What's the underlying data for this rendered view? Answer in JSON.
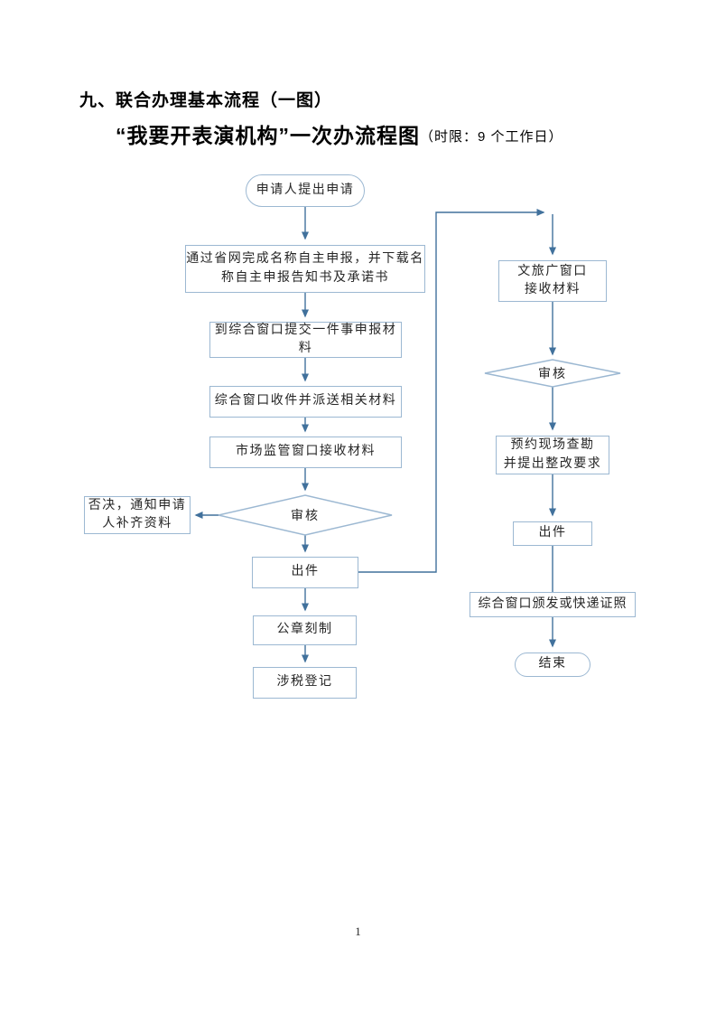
{
  "header": {
    "title": "九、联合办理基本流程（一图）",
    "subtitle": "“我要开表演机构”一次办流程图",
    "subtitle_note": "（时限：9 个工作日）"
  },
  "page": {
    "number": "1"
  },
  "colors": {
    "node_border": "#9cb8d2",
    "connector": "#41719C",
    "text": "#262626"
  },
  "flowchart": {
    "nodes": {
      "start": {
        "label": "申请人提出申请",
        "shape": "stadium"
      },
      "online_declare": {
        "label": "通过省网完成名称自主申报，并下载名\n称自主申报告知书及承诺书",
        "shape": "rect"
      },
      "submit_window": {
        "label": "到综合窗口提交一件事申报材\n料",
        "shape": "rect"
      },
      "receive_dispatch": {
        "label": "综合窗口收件并派送相关材料",
        "shape": "rect"
      },
      "market_reception": {
        "label": "市场监管窗口接收材料",
        "shape": "rect"
      },
      "review_left": {
        "label": "审核",
        "shape": "diamond"
      },
      "reject_notice": {
        "label": "否决，通知申请\n人补齐资料",
        "shape": "rect"
      },
      "issue_left": {
        "label": "出件",
        "shape": "rect"
      },
      "seal_carving": {
        "label": "公章刻制",
        "shape": "rect"
      },
      "tax_registration": {
        "label": "涉税登记",
        "shape": "rect"
      },
      "culture_window": {
        "label": "文旅广窗口\n接收材料",
        "shape": "rect"
      },
      "review_right": {
        "label": "审核",
        "shape": "diamond"
      },
      "site_survey": {
        "label": "预约现场查勘\n并提出整改要求",
        "shape": "rect"
      },
      "issue_right": {
        "label": "出件",
        "shape": "rect"
      },
      "license_delivery": {
        "label": "综合窗口颁发或快递证照",
        "shape": "rect"
      },
      "end": {
        "label": "结束",
        "shape": "stadium"
      }
    }
  }
}
